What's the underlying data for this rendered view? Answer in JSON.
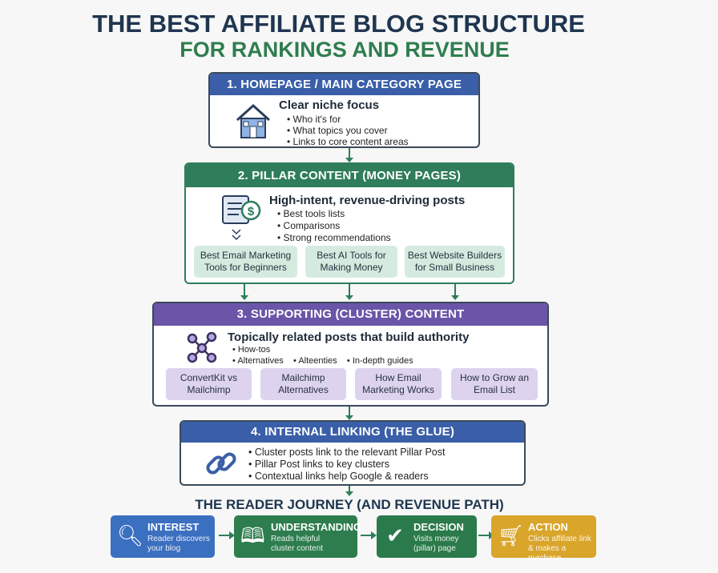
{
  "title": {
    "line1": "THE BEST AFFILIATE BLOG STRUCTURE",
    "line2": "FOR RANKINGS AND REVENUE"
  },
  "sections": [
    {
      "header": "1. HOMEPAGE / MAIN CATEGORY PAGE",
      "heading": "Clear niche focus",
      "icon": "house-icon",
      "bullets": [
        "Who it's for",
        "What topics you cover",
        "Links to core content areas"
      ],
      "color": "#3a5fa8"
    },
    {
      "header": "2. PILLAR CONTENT (MONEY PAGES)",
      "heading": "High-intent, revenue-driving posts",
      "icon": "money-document-icon",
      "bullets": [
        "Best tools lists",
        "Comparisons",
        "Strong recommendations"
      ],
      "pages": [
        "Best Email Marketing Tools for Beginners",
        "Best AI Tools for Making Money",
        "Best Website Builders for Small Business"
      ],
      "color": "#2f7d5a"
    },
    {
      "header": "3. SUPPORTING (CLUSTER) CONTENT",
      "heading": "Topically related posts that build authority",
      "icon": "network-icon",
      "bullets": [
        "How-tos",
        "Alternatives",
        "Alteenties",
        "In-depth guides"
      ],
      "pages": [
        "ConvertKit vs Mailchimp",
        "Mailchimp Alternatives",
        "How Email Marketing Works",
        "How to Grow an Email List"
      ],
      "color": "#6a55a8"
    },
    {
      "header": "4. INTERNAL LINKING (THE GLUE)",
      "icon": "chain-link-icon",
      "bullets": [
        "Cluster posts link to the relevant Pillar Post",
        "Pillar Post links to key clusters",
        "Contextual links help Google & readers"
      ],
      "color": "#3a5fa8"
    }
  ],
  "journey": {
    "title": "THE READER JOURNEY (AND REVENUE PATH)",
    "steps": [
      {
        "title": "INTEREST",
        "desc": "Reader discovers your blog",
        "icon": "search-icon",
        "color": "#3b6fc0"
      },
      {
        "title": "UNDERSTANDING",
        "desc": "Reads helpful cluster content",
        "icon": "book-icon",
        "color": "#2e7d4f"
      },
      {
        "title": "DECISION",
        "desc": "Visits money (pillar) page",
        "icon": "checkmark-icon",
        "color": "#2b7a4b"
      },
      {
        "title": "ACTION",
        "desc": "Clicks affiliate link & makes a purchase",
        "icon": "cart-icon",
        "color": "#d9a52a"
      }
    ]
  }
}
